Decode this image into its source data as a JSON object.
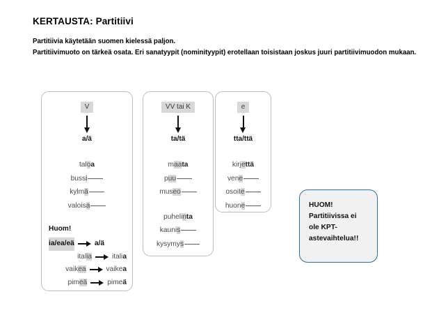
{
  "header": {
    "title": "KERTAUSTA: Partitiivi",
    "intro_lines": [
      "Partitiivia käytetään suomen kielessä paljon.",
      "Partitiivimuoto on tärkeä osata. Eri sanatyypit (nominityypit) erotellaan toisistaan joskus juuri partitiivimuodon mukaan."
    ]
  },
  "columns": [
    {
      "chip": "V",
      "result": "a/ä",
      "groups": [
        [
          {
            "pre": "tal",
            "hl": "o",
            "bold": "a",
            "blank": false
          },
          {
            "pre": "buss",
            "hl": "i",
            "bold": "",
            "blank": true
          },
          {
            "pre": "kylm",
            "hl": "ä",
            "bold": "",
            "blank": true
          },
          {
            "pre": "valois",
            "hl": "a",
            "bold": "",
            "blank": true
          }
        ]
      ],
      "huom": {
        "title": "Huom!",
        "main_rule": {
          "from": "ia/ea/eä",
          "to": "a/ä"
        },
        "rules": [
          {
            "from_pre": "ital",
            "from_hl": "ia",
            "to_pre": "itali",
            "to_bold": "a"
          },
          {
            "from_pre": "vaik",
            "from_hl": "ea",
            "to_pre": "vaike",
            "to_bold": "a"
          },
          {
            "from_pre": "pim",
            "from_hl": "eä",
            "to_pre": "pime",
            "to_bold": "ä"
          }
        ]
      }
    },
    {
      "chip": "VV tai K",
      "result": "ta/tä",
      "groups": [
        [
          {
            "pre": "m",
            "hl": "aa",
            "bold": "ta",
            "blank": false
          },
          {
            "pre": "p",
            "hl": "uu",
            "bold": "",
            "blank": true
          },
          {
            "pre": "mus",
            "hl": "eo",
            "bold": "",
            "blank": true
          }
        ],
        [
          {
            "pre": "puheli",
            "hl": "n",
            "bold": "ta",
            "blank": false
          },
          {
            "pre": "kauni",
            "hl": "s",
            "bold": "",
            "blank": true
          },
          {
            "pre": "kysymy",
            "hl": "s",
            "bold": "",
            "blank": true
          }
        ]
      ]
    },
    {
      "chip": "e",
      "result": "tta/ttä",
      "groups": [
        [
          {
            "pre": "kirj",
            "hl": "e",
            "bold": "ttä",
            "blank": false
          },
          {
            "pre": "ven",
            "hl": "e",
            "bold": "",
            "blank": true
          },
          {
            "pre": "osoit",
            "hl": "e",
            "bold": "",
            "blank": true
          },
          {
            "pre": "huon",
            "hl": "e",
            "bold": "",
            "blank": true
          }
        ]
      ]
    }
  ],
  "callout": {
    "lines": [
      "HUOM!",
      "Partitiivissa ei",
      "ole KPT-",
      "astevaihtelua!!"
    ]
  },
  "colors": {
    "card_border": "#b9bec4",
    "chip_bg": "#d8d8d8",
    "highlight_bg": "#d6d6d6",
    "callout_border": "#2e6da4",
    "callout_bg": "#f1f1f1",
    "word_text": "#4a4a52"
  }
}
